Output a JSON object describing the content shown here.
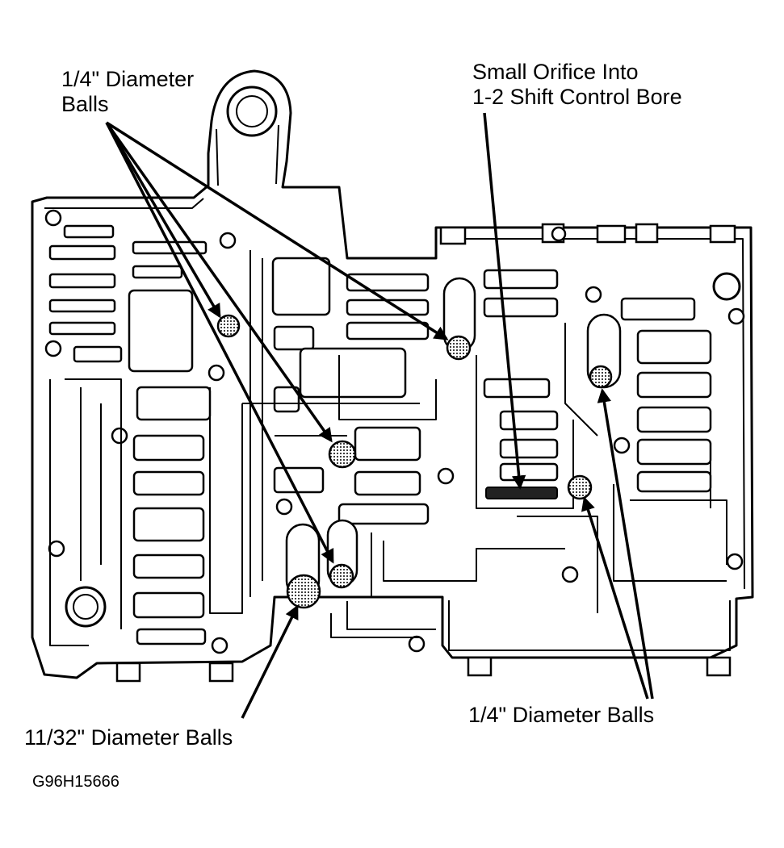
{
  "labels": {
    "top_left_line1": "1/4\" Diameter",
    "top_left_line2": "Balls",
    "top_right_line1": "Small Orifice Into",
    "top_right_line2": "1-2 Shift Control Bore",
    "bottom_left": "11/32\" Diameter Balls",
    "bottom_right": "1/4\" Diameter Balls",
    "figure_code": "G96H15666"
  },
  "callouts": [
    {
      "name": "small-ball-a",
      "label": "top_left"
    },
    {
      "name": "small-ball-b",
      "label": "top_left"
    },
    {
      "name": "small-ball-c",
      "label": "top_left"
    },
    {
      "name": "small-ball-d",
      "label": "top_left"
    },
    {
      "name": "large-ball",
      "label": "bottom_left"
    },
    {
      "name": "small-ball-e",
      "label": "bottom_right"
    },
    {
      "name": "small-ball-f",
      "label": "bottom_right"
    },
    {
      "name": "small-orifice",
      "label": "top_right"
    }
  ]
}
